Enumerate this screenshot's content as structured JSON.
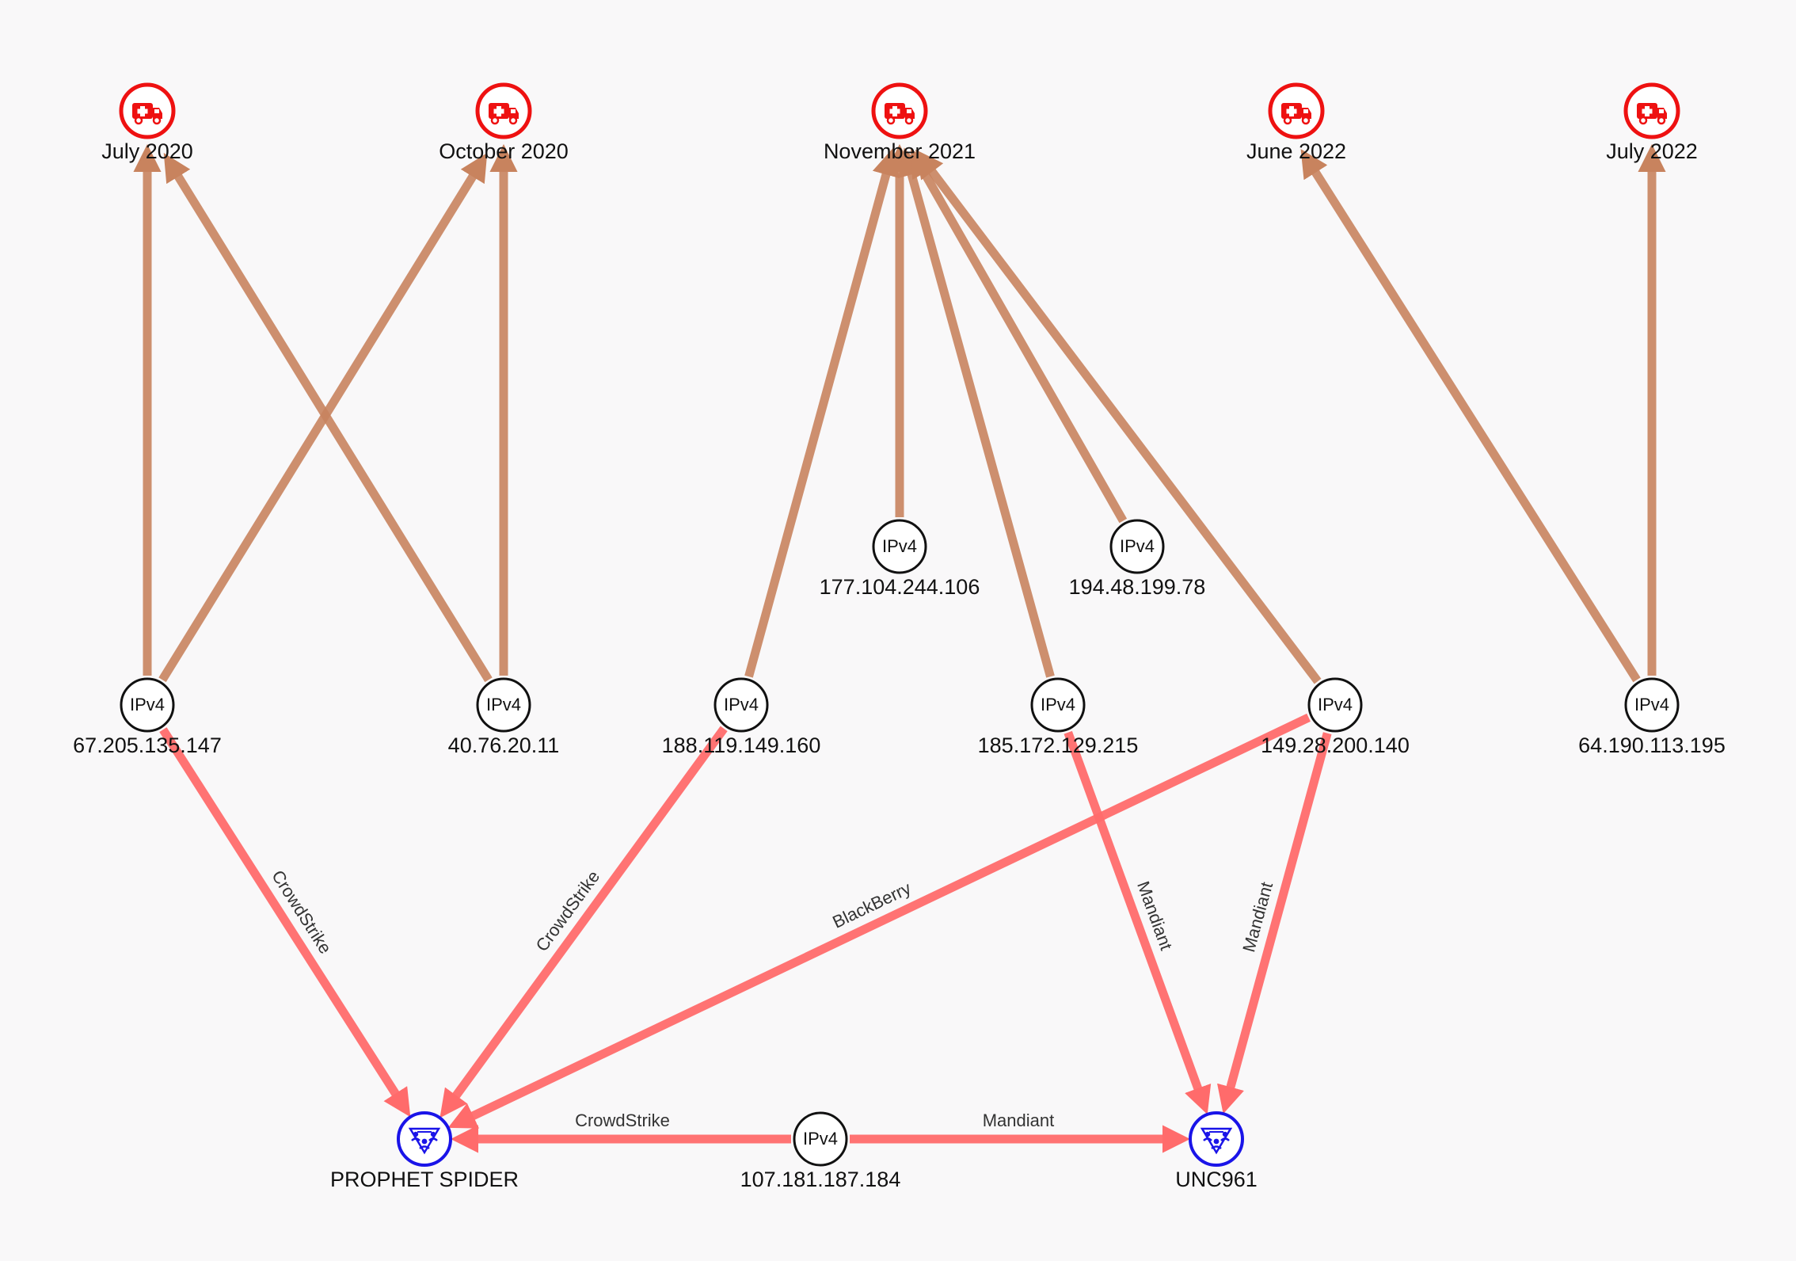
{
  "colors": {
    "background": "#f9f8f9",
    "incident_red": "#ee1111",
    "threat_actor_blue": "#1a14e8",
    "ipv4_stroke": "#111111",
    "timeline_edge": "#c8835e",
    "attribution_edge": "#ff6b6b"
  },
  "node_types": {
    "ipv4_label": "IPv4"
  },
  "icons": {
    "incident": "ambulance-icon",
    "threat_actor": "threat-group-icon"
  },
  "incidents": [
    {
      "id": "inc-jul2020",
      "label": "July 2020"
    },
    {
      "id": "inc-oct2020",
      "label": "October 2020"
    },
    {
      "id": "inc-nov2021",
      "label": "November 2021"
    },
    {
      "id": "inc-jun2022",
      "label": "June 2022"
    },
    {
      "id": "inc-jul2022",
      "label": "July 2022"
    }
  ],
  "ipv4_nodes": [
    {
      "id": "ip-67",
      "label": "67.205.135.147"
    },
    {
      "id": "ip-40",
      "label": "40.76.20.11"
    },
    {
      "id": "ip-188",
      "label": "188.119.149.160"
    },
    {
      "id": "ip-177",
      "label": "177.104.244.106"
    },
    {
      "id": "ip-194",
      "label": "194.48.199.78"
    },
    {
      "id": "ip-185",
      "label": "185.172.129.215"
    },
    {
      "id": "ip-149",
      "label": "149.28.200.140"
    },
    {
      "id": "ip-64",
      "label": "64.190.113.195"
    },
    {
      "id": "ip-107",
      "label": "107.181.187.184"
    }
  ],
  "threat_actors": [
    {
      "id": "ta-prophet",
      "label": "PROPHET SPIDER"
    },
    {
      "id": "ta-unc961",
      "label": "UNC961"
    }
  ],
  "edges": [
    {
      "from": "ip-67",
      "to": "inc-jul2020",
      "kind": "timeline",
      "label": ""
    },
    {
      "from": "ip-40",
      "to": "inc-jul2020",
      "kind": "timeline",
      "label": ""
    },
    {
      "from": "ip-67",
      "to": "inc-oct2020",
      "kind": "timeline",
      "label": ""
    },
    {
      "from": "ip-40",
      "to": "inc-oct2020",
      "kind": "timeline",
      "label": ""
    },
    {
      "from": "ip-188",
      "to": "inc-nov2021",
      "kind": "timeline",
      "label": ""
    },
    {
      "from": "ip-177",
      "to": "inc-nov2021",
      "kind": "timeline",
      "label": ""
    },
    {
      "from": "ip-185",
      "to": "inc-nov2021",
      "kind": "timeline",
      "label": ""
    },
    {
      "from": "ip-194",
      "to": "inc-nov2021",
      "kind": "timeline",
      "label": ""
    },
    {
      "from": "ip-149",
      "to": "inc-nov2021",
      "kind": "timeline",
      "label": ""
    },
    {
      "from": "ip-64",
      "to": "inc-jun2022",
      "kind": "timeline",
      "label": ""
    },
    {
      "from": "ip-64",
      "to": "inc-jul2022",
      "kind": "timeline",
      "label": ""
    },
    {
      "from": "ip-67",
      "to": "ta-prophet",
      "kind": "attribution",
      "label": "CrowdStrike"
    },
    {
      "from": "ip-188",
      "to": "ta-prophet",
      "kind": "attribution",
      "label": "CrowdStrike"
    },
    {
      "from": "ip-149",
      "to": "ta-prophet",
      "kind": "attribution",
      "label": "BlackBerry"
    },
    {
      "from": "ip-107",
      "to": "ta-prophet",
      "kind": "attribution",
      "label": "CrowdStrike"
    },
    {
      "from": "ip-107",
      "to": "ta-unc961",
      "kind": "attribution",
      "label": "Mandiant"
    },
    {
      "from": "ip-185",
      "to": "ta-unc961",
      "kind": "attribution",
      "label": "Mandiant"
    },
    {
      "from": "ip-149",
      "to": "ta-unc961",
      "kind": "attribution",
      "label": "Mandiant"
    }
  ]
}
